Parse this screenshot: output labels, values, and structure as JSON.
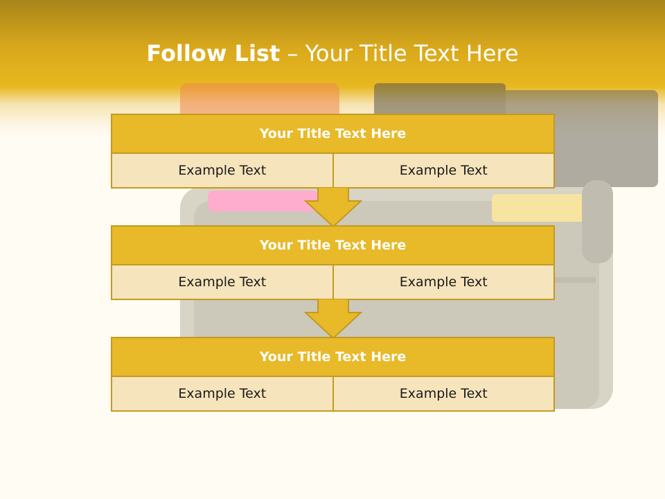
{
  "slide": {
    "title_bold": "Follow List",
    "title_rest": " – Your Title Text Here"
  },
  "steps": [
    {
      "title": "Your Title Text Here",
      "left": "Example Text",
      "right": "Example Text"
    },
    {
      "title": "Your Title Text Here",
      "left": "Example Text",
      "right": "Example Text"
    },
    {
      "title": "Your Title Text Here",
      "left": "Example Text",
      "right": "Example Text"
    }
  ],
  "colors": {
    "accent": "#e8b928",
    "accent_border": "#c39a1f",
    "cell": "#f6e4bc",
    "background": "#fffcf4"
  },
  "icons": [
    "down-arrow-icon",
    "down-arrow-icon"
  ]
}
